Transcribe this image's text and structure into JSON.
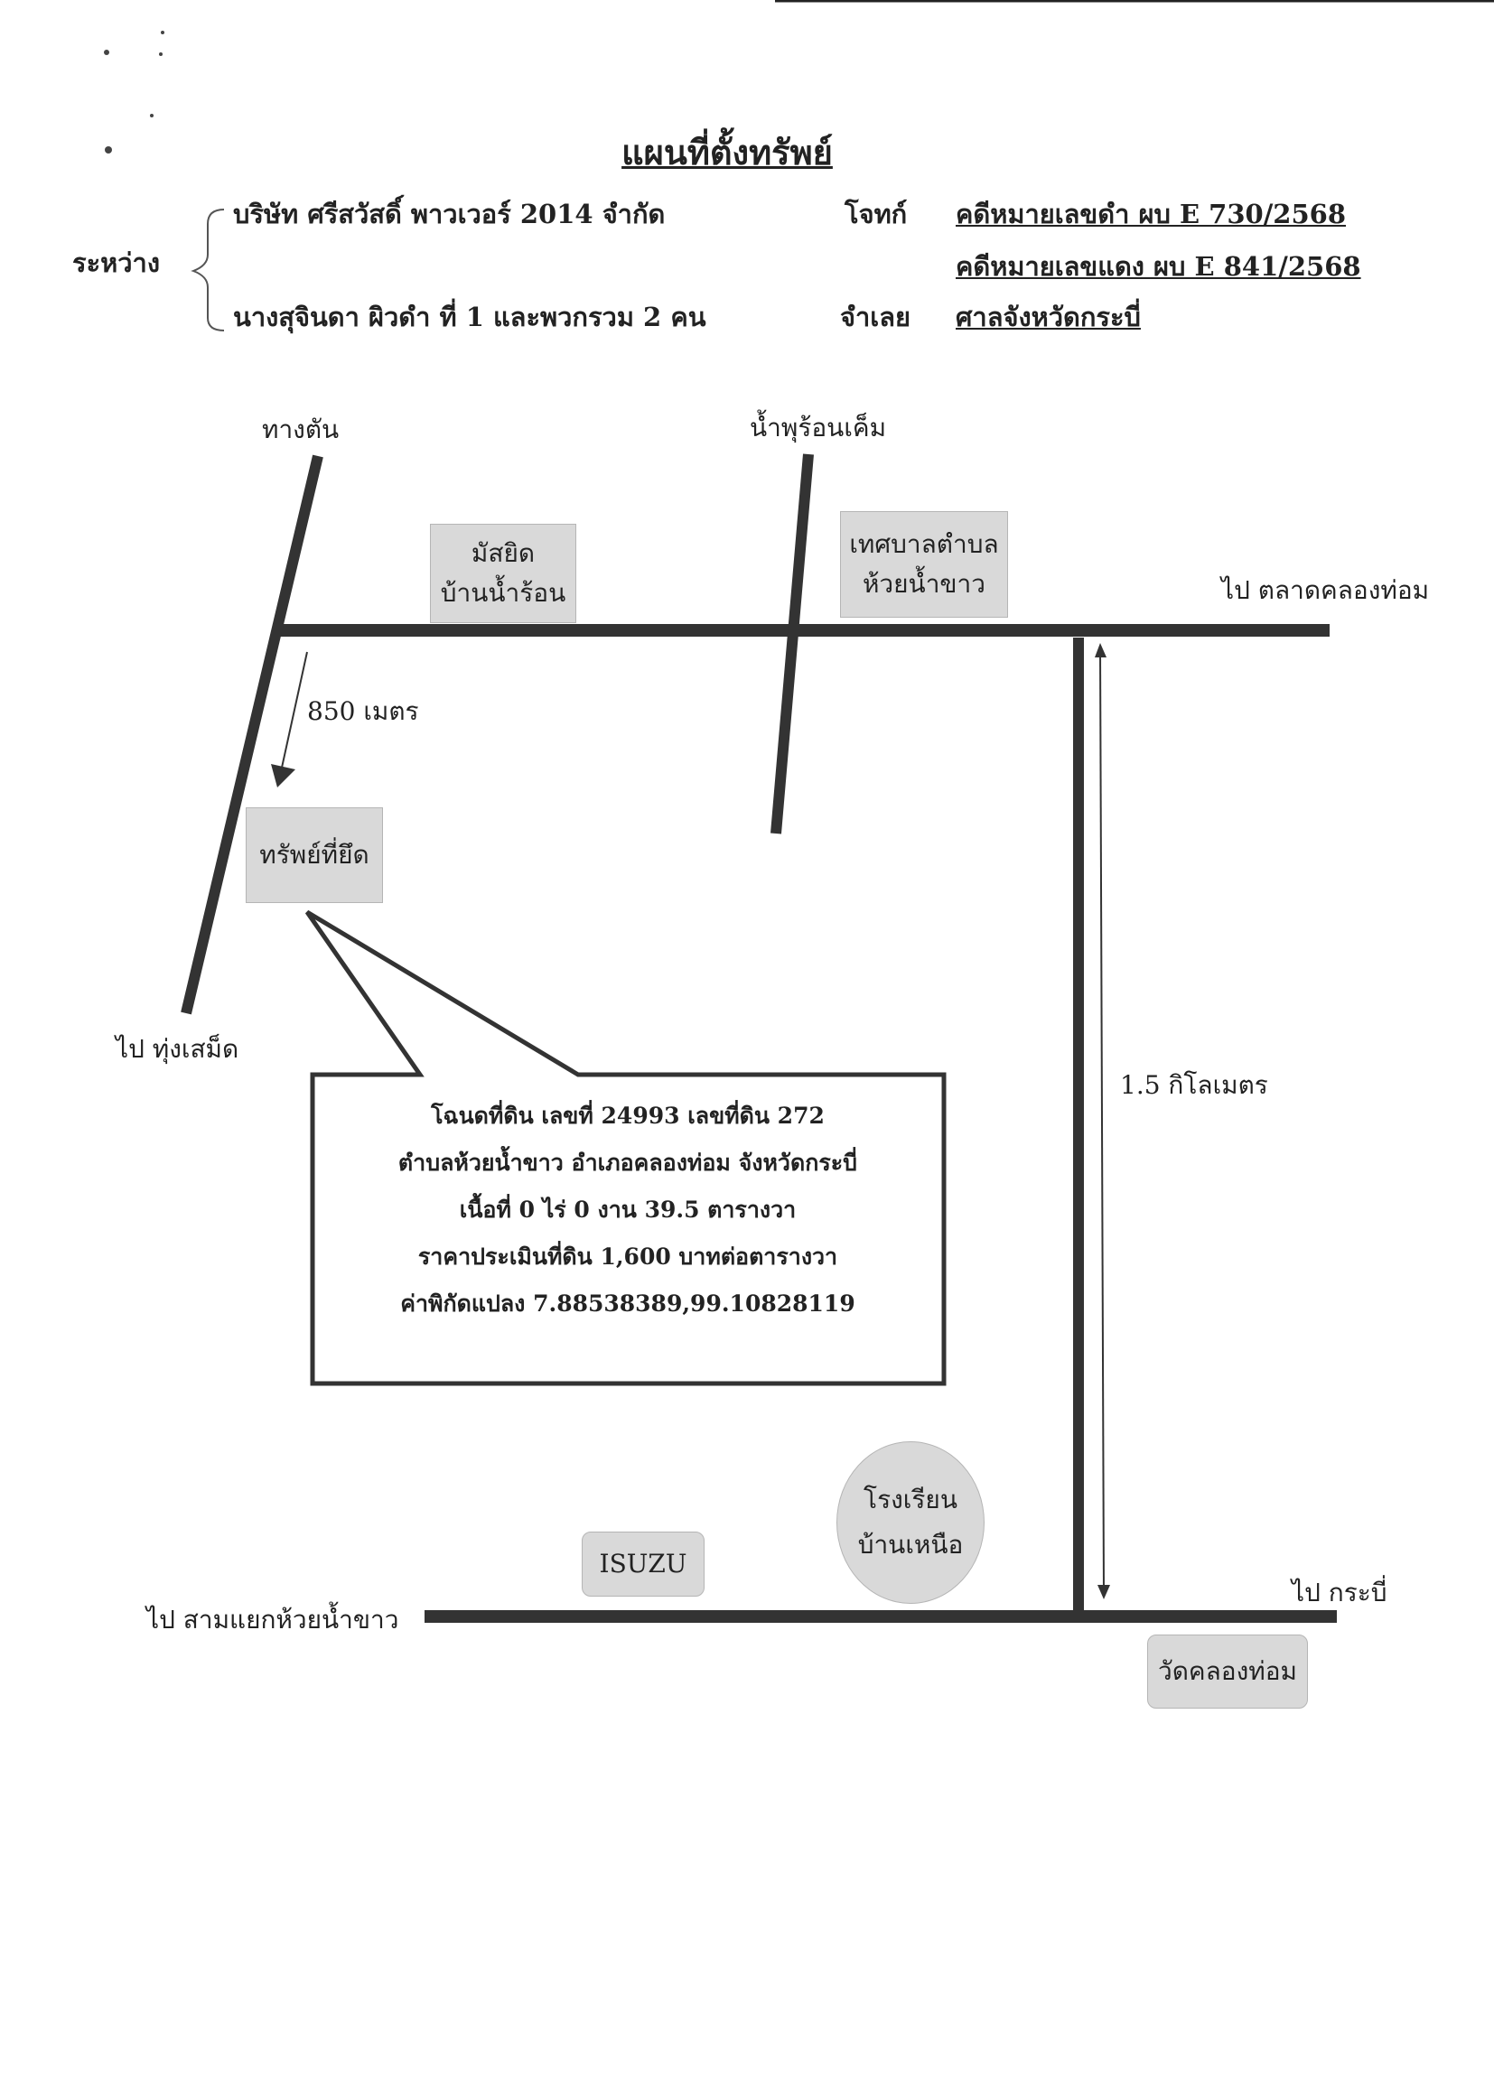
{
  "title": "แผนที่ตั้งทรัพย์",
  "header": {
    "between_label": "ระหว่าง",
    "plaintiff_name": "บริษัท ศรีสวัสดิ์ พาวเวอร์ 2014 จำกัด",
    "plaintiff_role": "โจทก์",
    "defendant_name": "นางสุจินดา ผิวดำ ที่ 1 และพวกรวม 2 คน",
    "defendant_role": "จำเลย",
    "black_case": "คดีหมายเลขดำ  ผบ E 730/2568",
    "red_case": "คดีหมายเลขแดง ผบ E 841/2568",
    "court": "ศาลจังหวัดกระบี่"
  },
  "map": {
    "labels": {
      "dead_end": "ทางตัน",
      "hot_spring": "น้ำพุร้อนเค็ม",
      "to_talat": "ไป ตลาดคลองท่อม",
      "to_thung": "ไป ทุ่งเสม็ด",
      "distance_850": "850 เมตร",
      "distance_15km": "1.5 กิโลเมตร",
      "to_krabi": "ไป กระบี่",
      "to_samyaek": "ไป สามแยกห้วยน้ำขาว"
    },
    "landmarks": {
      "mosque_line1": "มัสยิด",
      "mosque_line2": "บ้านน้ำร้อน",
      "municipality_line1": "เทศบาลตำบล",
      "municipality_line2": "ห้วยน้ำขาว",
      "seized_property": "ทรัพย์ที่ยึด",
      "isuzu": "ISUZU",
      "school_line1": "โรงเรียน",
      "school_line2": "บ้านเหนือ",
      "temple": "วัดคลองท่อม"
    },
    "callout_lines": [
      "โฉนดที่ดิน เลขที่ 24993  เลขที่ดิน 272",
      "ตำบลห้วยน้ำขาว  อำเภอคลองท่อม จังหวัดกระบี่",
      "เนื้อที่ 0 ไร่ 0 งาน 39.5 ตารางวา",
      "ราคาประเมินที่ดิน 1,600 บาทต่อตารางวา",
      "ค่าพิกัดแปลง 7.88538389,99.10828119"
    ],
    "colors": {
      "road": "#333333",
      "box_fill": "#d9d9d9"
    }
  }
}
